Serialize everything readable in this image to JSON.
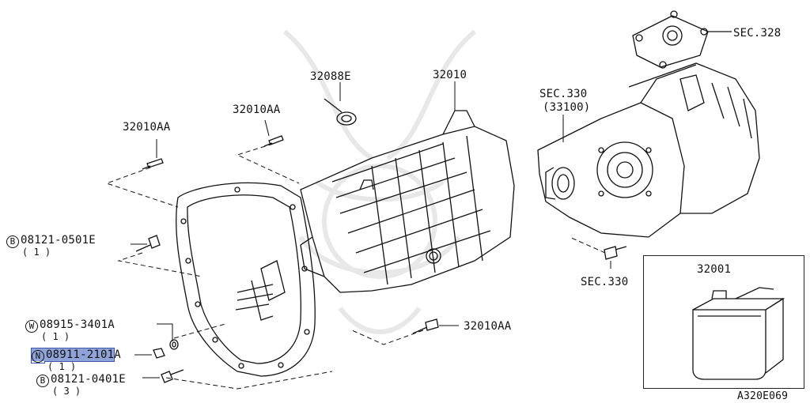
{
  "diagram_id": "A320E069",
  "parts": {
    "p32088E": "32088E",
    "p32010": "32010",
    "p32010AA_a": "32010AA",
    "p32010AA_b": "32010AA",
    "p32010AA_c": "32010AA",
    "sec328": "SEC.328",
    "sec330_top": "SEC.330",
    "sec330_sub": "(33100)",
    "sec330_bot": "SEC.330",
    "p32001": "32001",
    "b1_mark": "B",
    "b1_code": "08121-0501E",
    "b1_qty": "( 1 )",
    "w_mark": "W",
    "w_code": "08915-3401A",
    "w_qty": "( 1 )",
    "n_mark": "N",
    "n_code_hl": "08911-2101",
    "n_code_rest": "A",
    "n_qty": "( 1 )",
    "b2_mark": "B",
    "b2_code": "08121-0401E",
    "b2_qty": "( 3 )"
  },
  "colors": {
    "line": "#111111",
    "highlight": "#8fa3d9"
  }
}
